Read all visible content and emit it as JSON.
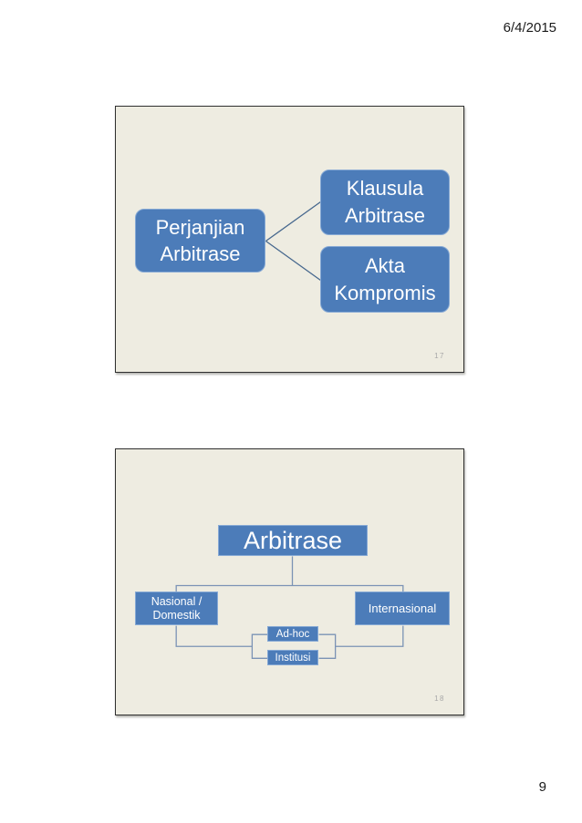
{
  "header": {
    "date": "6/4/2015"
  },
  "footer": {
    "page_number": "9"
  },
  "slides": [
    {
      "number": "17",
      "root": {
        "line1": "Perjanjian",
        "line2": "Arbitrase"
      },
      "branches": [
        {
          "line1": "Klausula",
          "line2": "Arbitrase"
        },
        {
          "line1": "Akta",
          "line2": "Kompromis"
        }
      ]
    },
    {
      "number": "18",
      "title": "Arbitrase",
      "left_child": {
        "line1": "Nasional /",
        "line2": "Domestik"
      },
      "right_child": "Internasional",
      "middle_children": [
        "Ad-hoc",
        "Institusi"
      ]
    }
  ],
  "colors": {
    "box_fill": "#4c7cb9",
    "box_border": "#86a9d5",
    "box_text": "#ffffff",
    "slide_background": "#eeece1",
    "slide_border": "#2f2f2f",
    "connector_slide17": "#47688e",
    "connector_slide18": "#7b93b5",
    "slide_number": "#a8a8a8",
    "page_text": "#1a1a1a"
  }
}
